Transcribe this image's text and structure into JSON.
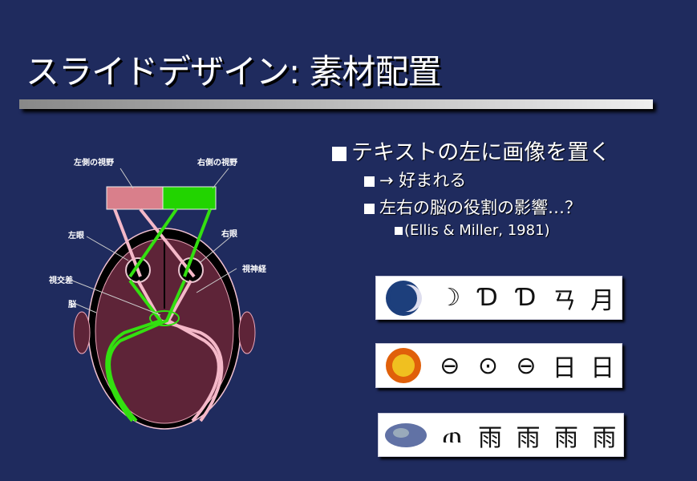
{
  "title": "スライドデザイン: 素材配置",
  "bullets": [
    {
      "text": "テキストの左に画像を置く",
      "level": 1
    },
    {
      "text": "→ 好まれる",
      "level": 2
    },
    {
      "text": "左右の脳の役割の影響…？",
      "level": 2
    },
    {
      "text": "(Ellis & Miller, 1981)",
      "level": 3
    }
  ],
  "diagram": {
    "left_field": "左側の視野",
    "right_field": "右側の視野",
    "left_eye": "左眼",
    "right_eye": "右眼",
    "optic_nerve": "視神経",
    "chiasm": "視交差",
    "brain": "脳"
  },
  "strips": [
    {
      "glyphs": [
        "☽",
        "Ɗ",
        "Ɗ",
        "ㄢ",
        "月"
      ],
      "icon": "moon"
    },
    {
      "glyphs": [
        "⊖",
        "⊙",
        "⊖",
        "日",
        "日"
      ],
      "icon": "sun"
    },
    {
      "glyphs": [
        "ጠ",
        "雨",
        "雨",
        "雨",
        "雨"
      ],
      "icon": "rain"
    }
  ],
  "colors": {
    "background": "#1f2b5e",
    "left_field": "#d97f8b",
    "right_field": "#22d400"
  }
}
